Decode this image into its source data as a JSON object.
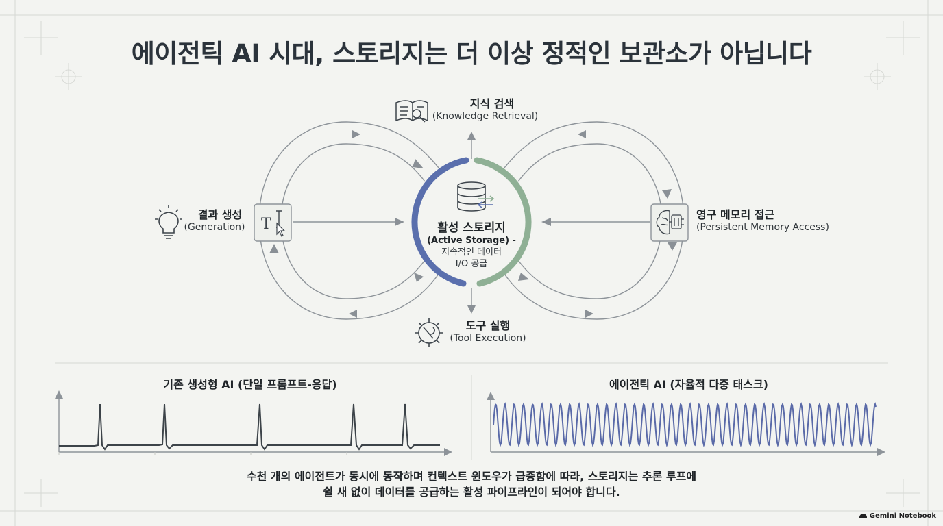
{
  "title": "에이전틱 AI 시대, 스토리지는 더 이상 정적인 보관소가 아닙니다",
  "nodes": {
    "top": {
      "ko": "지식 검색",
      "en": "(Knowledge Retrieval)",
      "icon": "book-search-icon"
    },
    "left": {
      "ko": "결과 생성",
      "en": "(Generation)",
      "icon": "lightbulb-icon"
    },
    "right": {
      "ko": "영구 메모리 접근",
      "en": "(Persistent Memory Access)",
      "icon": "brain-chip-icon"
    },
    "bottom": {
      "ko": "도구 실행",
      "en": "(Tool Execution)",
      "icon": "gear-wrench-icon"
    }
  },
  "center": {
    "ko": "활성 스토리지",
    "en": "(Active Storage) -",
    "sub1": "지속적인 데이터",
    "sub2": "I/O 공급",
    "icon": "database-icon"
  },
  "left_box_icon": "text-cursor-icon",
  "right_box_icon": "brain-circuit-icon",
  "charts": {
    "left_title": "기존 생성형 AI (단일 프롬프트-응답)",
    "right_title": "에이전틱 AI (자율적 다중 태스크)"
  },
  "caption": {
    "line1": "수천 개의 에이전트가 동시에 동작하며 컨텍스트 윈도우가 급증함에 따라, 스토리지는 추론 루프에",
    "line2": "쉴 새 없이 데이터를 공급하는 활성 파이프라인이 되어야 합니다."
  },
  "brand": "Gemini Notebook",
  "colors": {
    "blue_arc": "#5a6fad",
    "green_arc": "#8fb095",
    "signal": "#5a6aa8",
    "ink": "#2b333b"
  }
}
